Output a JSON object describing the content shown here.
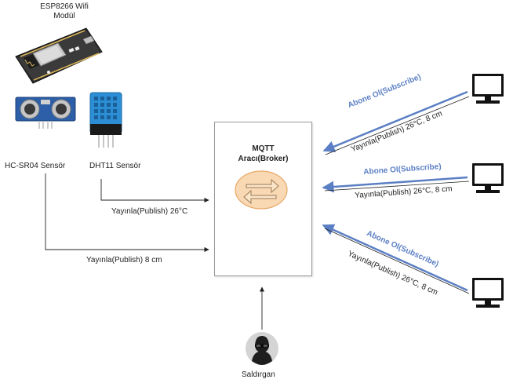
{
  "devices": {
    "esp_title_line1": "ESP8266 Wifi",
    "esp_title_line2": "Modül",
    "hcsr04_label": "HC-SR04 Sensör",
    "dht11_label": "DHT11 Sensör"
  },
  "broker": {
    "title_line1": "MQTT",
    "title_line2": "Aracı(Broker)"
  },
  "attacker": {
    "label": "Saldırgan"
  },
  "flows": {
    "dht_publish": "Yayınla(Publish) 26°C",
    "hc_publish": "Yayınla(Publish) 8 cm",
    "subscribe_1": "Abone Ol(Subscribe)",
    "publish_1": "Yayınla(Publish) 26°C, 8 cm",
    "subscribe_2": "Abone Ol(Subscribe)",
    "publish_2": "Yayınla(Publish) 26°C, 8 cm",
    "subscribe_3": "Abone Ol(Subscribe)",
    "publish_3": "Yayınla(Publish) 26°C, 8 cm"
  },
  "colors": {
    "subscribe_arrow": "#5b7fc4",
    "broker_icon_fill": "#f8d9b4",
    "broker_icon_stroke": "#e8a868"
  },
  "icons": {
    "esp": "esp8266-board-icon",
    "hcsr04": "ultrasonic-sensor-icon",
    "dht11": "dht11-sensor-icon",
    "broker": "exchange-arrows-icon",
    "attacker": "hacker-icon",
    "client": "monitor-icon"
  }
}
